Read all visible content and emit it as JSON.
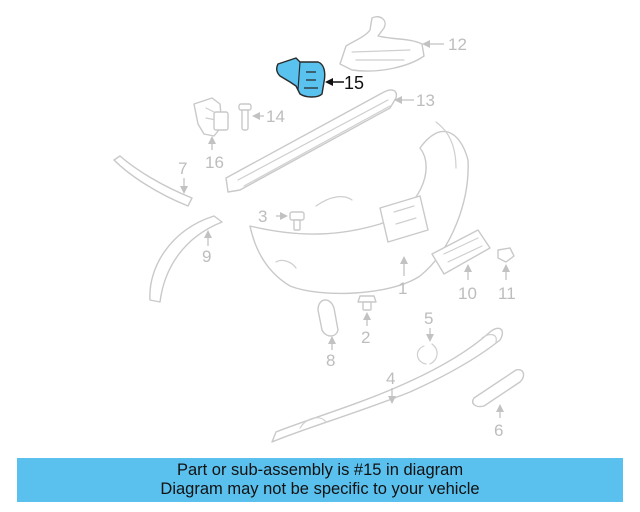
{
  "diagram": {
    "callouts": [
      "1",
      "2",
      "3",
      "4",
      "5",
      "6",
      "7",
      "8",
      "9",
      "10",
      "11",
      "12",
      "13",
      "14",
      "15",
      "16"
    ],
    "highlighted_part": "15"
  },
  "colors": {
    "highlight": "#59c2ee",
    "banner": "#5ac1ef",
    "callout_inactive": "#bdbdbd",
    "line_art": "#c9c9c9"
  },
  "banner": {
    "line1": "Part or sub-assembly is #15 in diagram",
    "line2": "Diagram may not be specific to your vehicle"
  }
}
